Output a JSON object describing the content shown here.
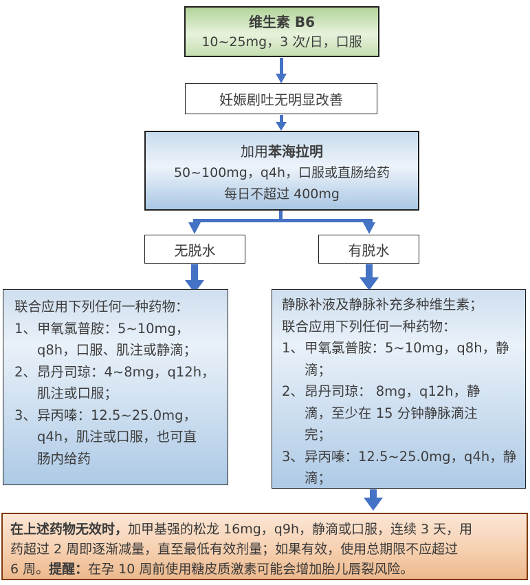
{
  "colors": {
    "arrow": "#4472c4",
    "start_box_fill": "#c5dfb0",
    "treatment_box_fill": "#bfd5ea",
    "warning_box_fill": "#f6d0b0",
    "warning_box_border": "#7e3a0b",
    "box_border": "#1f1f1f",
    "text": "#3d3d3d"
  },
  "flow": {
    "vitamin_b6": {
      "title": "维生素 B6",
      "dose": "10~25mg，3 次/日，口服"
    },
    "no_improvement": {
      "text": "妊娠剧吐无明显改善"
    },
    "diphenhydramine": {
      "title_prefix": "加用",
      "title_drug": "苯海拉明",
      "line2": "50~100mg，q4h，口服或直肠给药",
      "line3": "每日不超过 400mg"
    },
    "branch_no_dehydration": {
      "label": "无脱水"
    },
    "branch_dehydration": {
      "label": "有脱水"
    },
    "no_dehydration_treatment": {
      "lines": [
        {
          "text": "联合应用下列任何一种药物："
        },
        {
          "num": "1、",
          "text": "甲氧氯普胺：5~10mg，"
        },
        {
          "indent": true,
          "text": "q8h，口服、肌注或静滴；"
        },
        {
          "num": "2、",
          "text": "昂丹司琼：4~8mg，q12h，"
        },
        {
          "indent": true,
          "text": "肌注或口服；"
        },
        {
          "num": "3、",
          "text": "异丙嗪：12.5~25.0mg，"
        },
        {
          "indent": true,
          "text": "q4h，肌注或口服，也可直"
        },
        {
          "indent": true,
          "text": "肠内给药"
        }
      ]
    },
    "dehydration_treatment": {
      "lines": [
        {
          "text": "静脉补液及静脉补充多种维生素；"
        },
        {
          "text": "联合应用下列任何一种药物："
        },
        {
          "num": "1、",
          "text": "甲氧氯普胺：5~10mg，q8h，静"
        },
        {
          "indent": true,
          "text": "滴；"
        },
        {
          "num": "2、",
          "text": "昂丹司琼： 8mg，q12h，静"
        },
        {
          "indent": true,
          "text": "滴，至少在 15 分钟静脉滴注"
        },
        {
          "indent": true,
          "text": "完；"
        },
        {
          "num": "3、",
          "text": "异丙嗪：12.5~25.0mg，q4h，静"
        },
        {
          "indent": true,
          "text": "滴；"
        }
      ]
    },
    "rescue": {
      "lines": [
        {
          "segments": [
            {
              "text": "在上述药物无效时，",
              "bold": true
            },
            {
              "text": "加甲基强的松龙 16mg，q9h，静滴或口服，连续 3 天，用",
              "bold": false
            }
          ]
        },
        {
          "segments": [
            {
              "text": "药超过 2 周即逐渐减量，直至最低有效剂量；如果有效，使用总期限不应超过",
              "bold": false
            }
          ]
        },
        {
          "segments": [
            {
              "text": "6 周。",
              "bold": false
            },
            {
              "text": "提醒：",
              "bold": true
            },
            {
              "text": "在孕 10 周前使用糖皮质激素可能会增加胎儿唇裂风险。",
              "bold": false
            }
          ]
        }
      ]
    }
  }
}
